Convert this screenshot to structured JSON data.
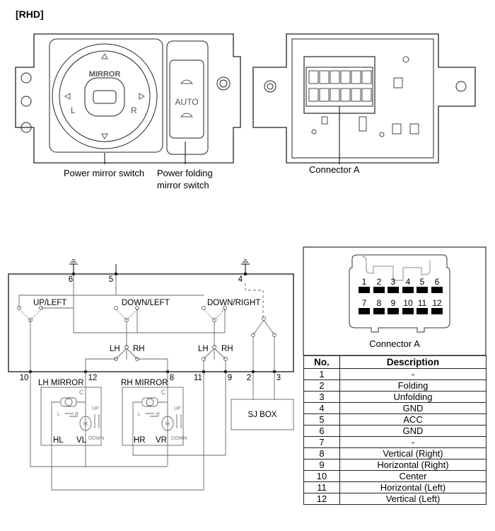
{
  "header": {
    "variant": "[RHD]"
  },
  "photos": {
    "switch_text": "MIRROR",
    "switch_l": "L",
    "switch_r": "R",
    "auto_text": "AUTO",
    "callouts": {
      "power_mirror": "Power mirror switch",
      "power_folding_line1": "Power folding",
      "power_folding_line2": "mirror switch",
      "connector": "Connector A"
    }
  },
  "circuit": {
    "top_pins": [
      "6",
      "5",
      "4"
    ],
    "bottom_pins": [
      "10",
      "12",
      "8",
      "11",
      "9",
      "2",
      "3"
    ],
    "switches": [
      "UP/LEFT",
      "DOWN/LEFT",
      "DOWN/RIGHT"
    ],
    "lh": "LH",
    "rh": "RH",
    "lh_mirror": "LH MIRROR",
    "rh_mirror": "RH MIRROR",
    "c": "C",
    "motor": "M",
    "l": "L",
    "r": "R",
    "up": "UP",
    "down": "DOWN",
    "hl": "HL",
    "vl": "VL",
    "hr": "HR",
    "vr": "VR",
    "sj_box": "SJ BOX"
  },
  "connector": {
    "title": "Connector A",
    "pins_top": [
      "1",
      "2",
      "3",
      "4",
      "5",
      "6"
    ],
    "pins_bottom": [
      "7",
      "8",
      "9",
      "10",
      "11",
      "12"
    ],
    "table_headers": {
      "no": "No.",
      "description": "Description"
    },
    "rows": [
      {
        "no": "1",
        "description": "-"
      },
      {
        "no": "2",
        "description": "Folding"
      },
      {
        "no": "3",
        "description": "Unfolding"
      },
      {
        "no": "4",
        "description": "GND"
      },
      {
        "no": "5",
        "description": "ACC"
      },
      {
        "no": "6",
        "description": "GND"
      },
      {
        "no": "7",
        "description": "-"
      },
      {
        "no": "8",
        "description": "Vertical (Right)"
      },
      {
        "no": "9",
        "description": "Horizontal (Right)"
      },
      {
        "no": "10",
        "description": "Center"
      },
      {
        "no": "11",
        "description": "Horizontal (Left)"
      },
      {
        "no": "12",
        "description": "Vertical (Left)"
      }
    ]
  }
}
